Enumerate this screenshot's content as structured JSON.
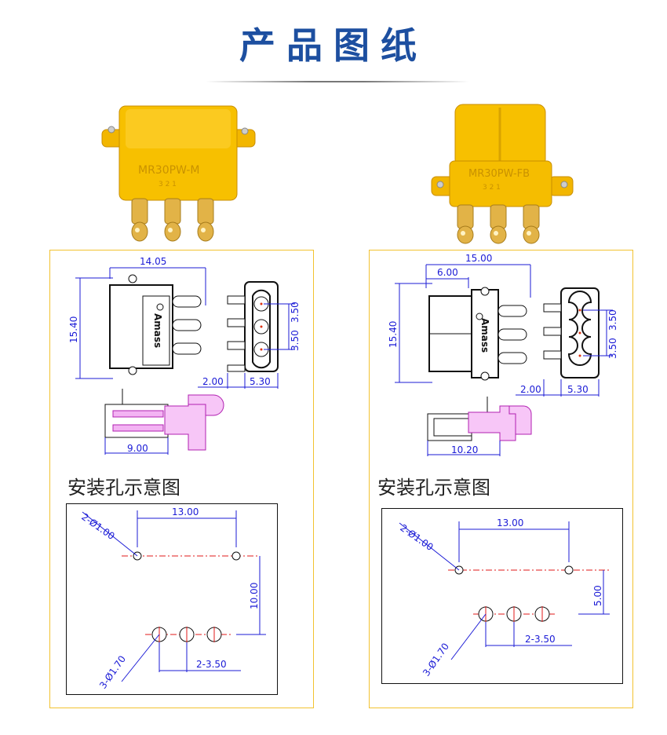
{
  "header": {
    "title": "产品图纸"
  },
  "products": [
    {
      "model": "MR30PW-M",
      "pins": "3 2 1",
      "brand": "Amass",
      "dims": {
        "width": "14.05",
        "height": "15.40",
        "pitch_top": "3.50",
        "pitch_bottom": "3.50",
        "offset": "2.00",
        "side": "5.30",
        "length": "9.00"
      },
      "hole_section": {
        "title": "安装孔示意图",
        "mount_spacing": "13.00",
        "mount_holes": "2-Ø1.00",
        "vertical": "10.00",
        "pin_holes": "3-Ø1.70",
        "pin_spacing": "2-3.50"
      }
    },
    {
      "model": "MR30PW-FB",
      "pins": "3 2 1",
      "brand": "Amass",
      "dims": {
        "width": "15.00",
        "inner": "6.00",
        "height": "15.40",
        "pitch_top": "3.50",
        "pitch_bottom": "3.50",
        "offset": "2.00",
        "side": "5.30",
        "length": "10.20"
      },
      "hole_section": {
        "title": "安装孔示意图",
        "mount_spacing": "13.00",
        "mount_holes": "2-Ø1.00",
        "vertical": "5.00",
        "pin_holes": "3-Ø1.70",
        "pin_spacing": "2-3.50"
      }
    }
  ]
}
